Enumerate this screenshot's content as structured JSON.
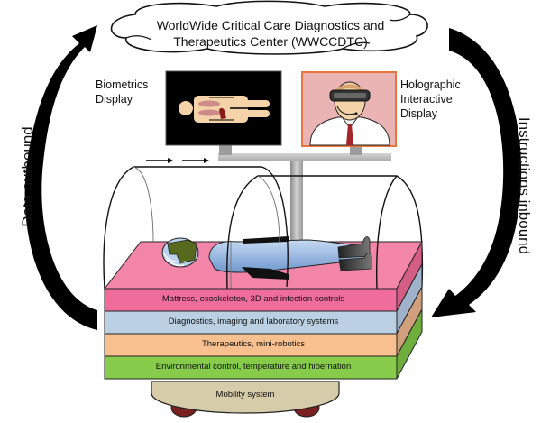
{
  "title": "WWCCDTC critical care pod diagram",
  "center": {
    "line1": "WorldWide Critical Care Diagnostics and",
    "line2": "Therapeutics Center (WWCCDTC)"
  },
  "arrows": {
    "left_label": "Data outbound",
    "right_label": "Instructions inbound"
  },
  "displays": {
    "biometrics": {
      "line1": "Biometrics",
      "line2": "Display"
    },
    "holographic": {
      "line1": "Holographic",
      "line2": "Interactive",
      "line3": "Display"
    }
  },
  "layers": [
    {
      "label": "Mattress, exoskeleton, 3D and infection controls",
      "color": "#f06c9b",
      "side_color": "#d35d85"
    },
    {
      "label": "Diagnostics, imaging and laboratory systems",
      "color": "#bcd0e4",
      "side_color": "#9fb2c9"
    },
    {
      "label": "Therapeutics, mini-robotics",
      "color": "#f8c08e",
      "side_color": "#cfa07b"
    },
    {
      "label": "Environmental control, temperature and hibernation",
      "color": "#86cc4a",
      "side_color": "#6fae3c"
    }
  ],
  "base": {
    "label": "Mobility system",
    "color": "#d6ccaa",
    "wheel_color": "#7a2020"
  },
  "colors": {
    "mattress_top": "#f285a8",
    "monitor_screen": "#000000",
    "holo_bg": "#eab4b4",
    "holo_border": "#e8763a",
    "stand": "#b8b8b8"
  }
}
